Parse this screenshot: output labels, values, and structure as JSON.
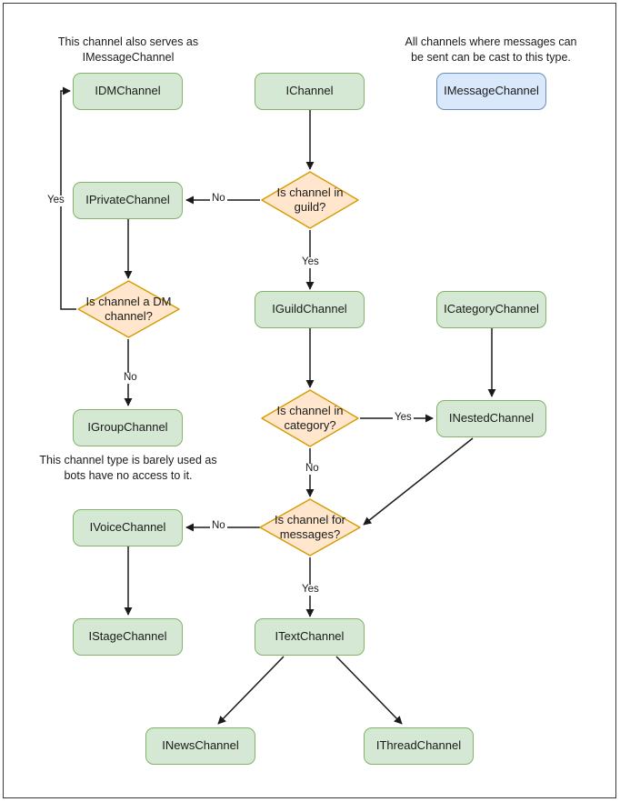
{
  "diagram": {
    "title": "Discord channel type decision flowchart",
    "colors": {
      "node_fill_green": "#d5e8d4",
      "node_stroke_green": "#82b366",
      "node_fill_blue": "#dae8fc",
      "node_stroke_blue": "#6c8ebf",
      "decision_fill": "#ffe6cc",
      "decision_stroke": "#d79b00",
      "edge_stroke": "#1a1a1a",
      "frame_stroke": "#3a3a3a",
      "background": "#ffffff"
    },
    "notes": [
      {
        "id": "note-dm",
        "text": "This channel also serves as IMessageChannel"
      },
      {
        "id": "note-message",
        "text": "All channels where messages can be sent can be cast to this type."
      },
      {
        "id": "note-group",
        "text": "This channel type is barely used as bots have no access to it."
      }
    ],
    "nodes": [
      {
        "id": "idmchannel",
        "label": "IDMChannel",
        "shape": "box",
        "style": "green"
      },
      {
        "id": "ichannel",
        "label": "IChannel",
        "shape": "box",
        "style": "green"
      },
      {
        "id": "imessagechannel",
        "label": "IMessageChannel",
        "shape": "box",
        "style": "blue"
      },
      {
        "id": "iprivatechannel",
        "label": "IPrivateChannel",
        "shape": "box",
        "style": "green"
      },
      {
        "id": "is-channel-in-guild",
        "label": "Is channel in guild?",
        "shape": "diamond",
        "style": "orange"
      },
      {
        "id": "is-channel-a-dm-channel",
        "label": "Is channel a DM channel?",
        "shape": "diamond",
        "style": "orange"
      },
      {
        "id": "iguildchannel",
        "label": "IGuildChannel",
        "shape": "box",
        "style": "green"
      },
      {
        "id": "icategorychannel",
        "label": "ICategoryChannel",
        "shape": "box",
        "style": "green"
      },
      {
        "id": "igroupchannel",
        "label": "IGroupChannel",
        "shape": "box",
        "style": "green"
      },
      {
        "id": "is-channel-in-category",
        "label": "Is channel in category?",
        "shape": "diamond",
        "style": "orange"
      },
      {
        "id": "inestedchannel",
        "label": "INestedChannel",
        "shape": "box",
        "style": "green"
      },
      {
        "id": "ivoicechannel",
        "label": "IVoiceChannel",
        "shape": "box",
        "style": "green"
      },
      {
        "id": "is-channel-for-messages",
        "label": "Is channel for messages?",
        "shape": "diamond",
        "style": "orange"
      },
      {
        "id": "istagechannel",
        "label": "IStageChannel",
        "shape": "box",
        "style": "green"
      },
      {
        "id": "itextchannel",
        "label": "ITextChannel",
        "shape": "box",
        "style": "green"
      },
      {
        "id": "inewschannel",
        "label": "INewsChannel",
        "shape": "box",
        "style": "green"
      },
      {
        "id": "ithreadchannel",
        "label": "IThreadChannel",
        "shape": "box",
        "style": "green"
      }
    ],
    "edges": [
      {
        "from": "ichannel",
        "to": "is-channel-in-guild",
        "label": ""
      },
      {
        "from": "is-channel-in-guild",
        "to": "iprivatechannel",
        "label": "No"
      },
      {
        "from": "is-channel-in-guild",
        "to": "iguildchannel",
        "label": "Yes"
      },
      {
        "from": "iprivatechannel",
        "to": "is-channel-a-dm-channel",
        "label": ""
      },
      {
        "from": "is-channel-a-dm-channel",
        "to": "idmchannel",
        "label": "Yes"
      },
      {
        "from": "is-channel-a-dm-channel",
        "to": "igroupchannel",
        "label": "No"
      },
      {
        "from": "iguildchannel",
        "to": "is-channel-in-category",
        "label": ""
      },
      {
        "from": "is-channel-in-category",
        "to": "inestedchannel",
        "label": "Yes"
      },
      {
        "from": "is-channel-in-category",
        "to": "is-channel-for-messages",
        "label": "No"
      },
      {
        "from": "icategorychannel",
        "to": "inestedchannel",
        "label": ""
      },
      {
        "from": "inestedchannel",
        "to": "is-channel-for-messages",
        "label": ""
      },
      {
        "from": "is-channel-for-messages",
        "to": "ivoicechannel",
        "label": "No"
      },
      {
        "from": "is-channel-for-messages",
        "to": "itextchannel",
        "label": "Yes"
      },
      {
        "from": "ivoicechannel",
        "to": "istagechannel",
        "label": ""
      },
      {
        "from": "itextchannel",
        "to": "inewschannel",
        "label": ""
      },
      {
        "from": "itextchannel",
        "to": "ithreadchannel",
        "label": ""
      }
    ],
    "edge_labels": {
      "no_guild": "No",
      "yes_guild": "Yes",
      "yes_dm": "Yes",
      "no_dm": "No",
      "yes_category": "Yes",
      "no_category": "No",
      "no_messages": "No",
      "yes_messages": "Yes"
    }
  }
}
